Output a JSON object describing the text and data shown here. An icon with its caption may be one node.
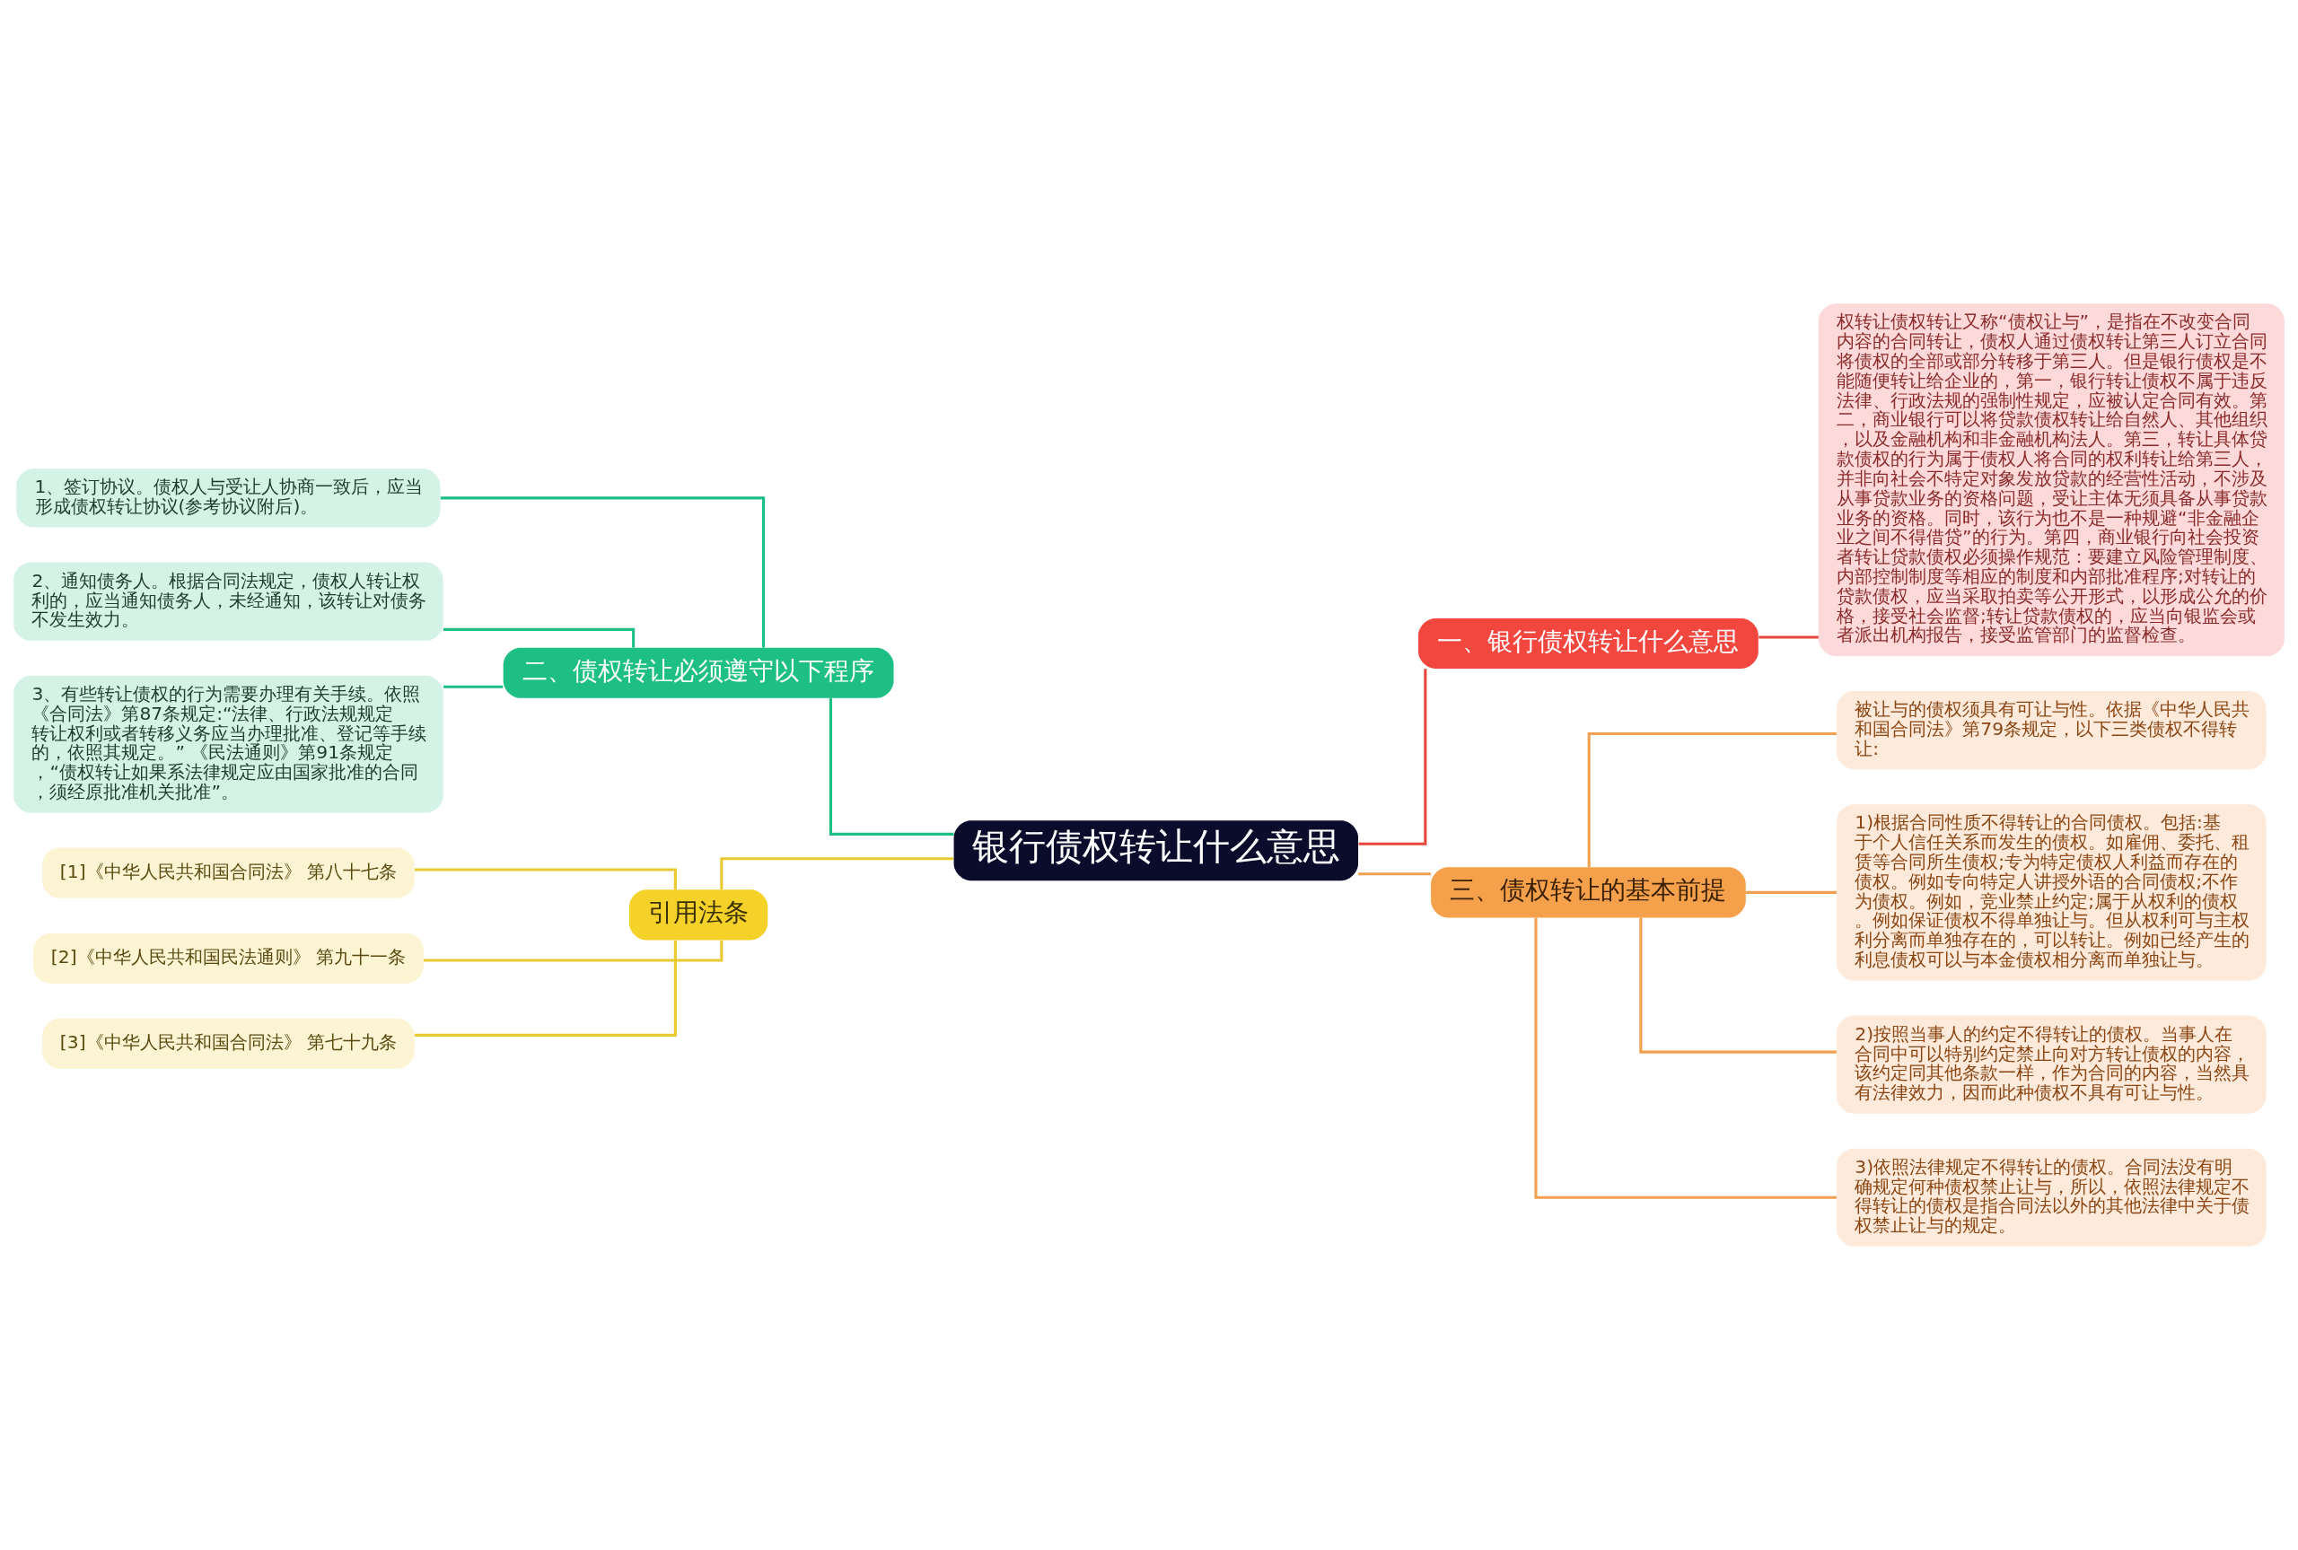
{
  "diagram": {
    "nodes": [
      {
        "text": [
          "银行债权转让什么意思"
        ]
      },
      {
        "text": [
          "一、银行债权转让什么意思"
        ]
      },
      {
        "text": [
          "权转让债权转让又称“债权让与”，是指在不改变合同内容的合同转让，债权人通过债权转让第三人订立合同将债权的全部或部分转移于第三人。但是银行债权是不能随便转让给企业的，第一，银行转让债权不属于违反法律、行政法规的强制性规定，应被认定合同有效。第二，商业银行可以将贷款债权转让给自然人、其他组织，以及金融机构和非金融机构法人。第三，转让具体贷款债权的行为属于债权人将合同的权利转让给第三人，并非向社会不特定对象发放贷款的经营性活动，不涉及从事贷款业务的资格问题，受让主体无须具备从事贷款业务的资格。同时，该行为也不是一种规避“非金融企业之间不得借贷”的行为。第四，商业银行向社会投资者转让贷款债权必须操作规范：要建立风险管理制度、内部控制制度等相应的制度和内部批准程序;对转让的贷款债权，应当采取拍卖等公开形式，以形成公允的价格，接受社会监督;转让贷款债权的，应当向银监会或者派出机构报告，接受监管部门的监督检查。"
        ]
      },
      {
        "text": [
          "二、债权转让必须遵守以下程序"
        ]
      },
      {
        "text": [
          "1、签订协议。债权人与受让人协商一致后，应当形成债权转让协议(参考协议附后)。"
        ]
      },
      {
        "text": [
          "2、通知债务人。根据合同法规定，债权人转让权利的，应当通知债务人，未经通知，该转让对债务不发生效力。"
        ]
      },
      {
        "text": [
          "3、有些转让债权的行为需要办理有关手续。依照《合同法》第87条规定:“法律、行政法规规定转让权利或者转移义务应当办理批准、登记等手续的，依照其规定。” 《民法通则》第91条规定，“债权转让如果系法律规定应由国家批准的合同，须经原批准机关批准”。"
        ]
      },
      {
        "text": [
          "引用法条"
        ]
      },
      {
        "text": [
          "[1]《中华人民共和国合同法》 第八十七条"
        ]
      },
      {
        "text": [
          "[2]《中华人民共和国民法通则》 第九十一条"
        ]
      },
      {
        "text": [
          "[3]《中华人民共和国合同法》 第七十九条"
        ]
      },
      {
        "text": [
          "三、债权转让的基本前提"
        ]
      },
      {
        "text": [
          "被让与的债权须具有可让与性。依据《中华人民共和国合同法》第79条规定，以下三类债权不得转让:"
        ]
      },
      {
        "text": [
          "1)根据合同性质不得转让的合同债权。包括:基于个人信任关系而发生的债权。如雇佣、委托、租赁等合同所生债权;专为特定债权人利益而存在的债权。例如专向特定人讲授外语的合同债权;不作为债权。例如，竞业禁止约定;属于从权利的债权。例如保证债权不得单独让与。但从权利可与主权利分离而单独存在的，可以转让。例如已经产生的利息债权可以与本金债权相分离而单独让与。"
        ]
      },
      {
        "text": [
          "2)按照当事人的约定不得转让的债权。当事人在合同中可以特别约定禁止向对方转让债权的内容，该约定同其他条款一样，作为合同的内容，当然具有法律效力，因而此种债权不具有可让与性。"
        ]
      },
      {
        "text": [
          "3)依照法律规定不得转让的债权。合同法没有明确规定何种债权禁止让与，所以，依照法律规定不得转让的债权是指合同法以外的其他法律中关于债权禁止让与的规定。"
        ]
      }
    ],
    "edges": [
      {
        "from": 0,
        "to": 1,
        "arrow": "none",
        "color": "#e8463f"
      },
      {
        "from": 1,
        "to": 2,
        "arrow": "none",
        "color": "#e8463f"
      },
      {
        "from": 0,
        "to": 3,
        "arrow": "none",
        "color": "#1dbf84"
      },
      {
        "from": 3,
        "to": 4,
        "arrow": "none",
        "color": "#1dbf84"
      },
      {
        "from": 3,
        "to": 5,
        "arrow": "none",
        "color": "#1dbf84"
      },
      {
        "from": 3,
        "to": 6,
        "arrow": "none",
        "color": "#1dbf84"
      },
      {
        "from": 0,
        "to": 7,
        "arrow": "none",
        "color": "#e8c930"
      },
      {
        "from": 7,
        "to": 8,
        "arrow": "none",
        "color": "#e8c930"
      },
      {
        "from": 7,
        "to": 9,
        "arrow": "none",
        "color": "#e8c930"
      },
      {
        "from": 7,
        "to": 10,
        "arrow": "none",
        "color": "#e8c930"
      },
      {
        "from": 0,
        "to": 11,
        "arrow": "none"
      },
      {
        "from": 11,
        "to": 12,
        "arrow": "none"
      },
      {
        "from": 11,
        "to": 13,
        "arrow": "none"
      },
      {
        "from": 11,
        "to": 14,
        "arrow": "none"
      },
      {
        "from": 11,
        "to": 15,
        "arrow": "none"
      }
    ]
  }
}
